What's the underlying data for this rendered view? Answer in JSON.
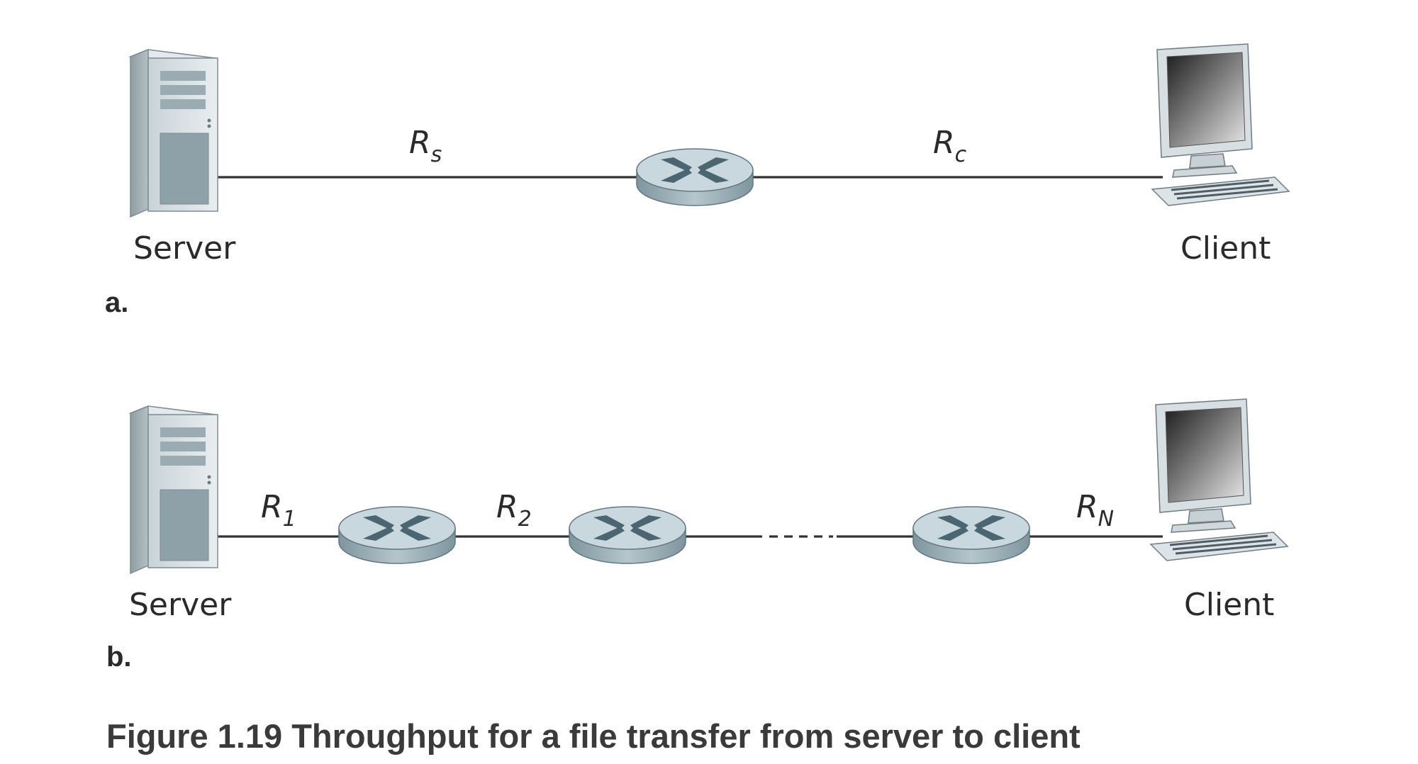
{
  "figure": {
    "caption": "Figure 1.19 Throughput for a file transfer from server to client",
    "panel_a": {
      "label": "a.",
      "server_label": "Server",
      "client_label": "Client",
      "rate_server": {
        "base": "R",
        "sub": "s"
      },
      "rate_client": {
        "base": "R",
        "sub": "c"
      }
    },
    "panel_b": {
      "label": "b.",
      "server_label": "Server",
      "client_label": "Client",
      "rate_1": {
        "base": "R",
        "sub": "1"
      },
      "rate_2": {
        "base": "R",
        "sub": "2"
      },
      "rate_n": {
        "base": "R",
        "sub": "N"
      }
    }
  },
  "colors": {
    "line": "#333333",
    "router_top": "#c4d4da",
    "router_side": "#8ea4ad",
    "router_cross": "#4e6670",
    "screen": "#3c3c3c"
  },
  "icons": [
    "server-icon",
    "router-icon",
    "client-computer-icon"
  ]
}
